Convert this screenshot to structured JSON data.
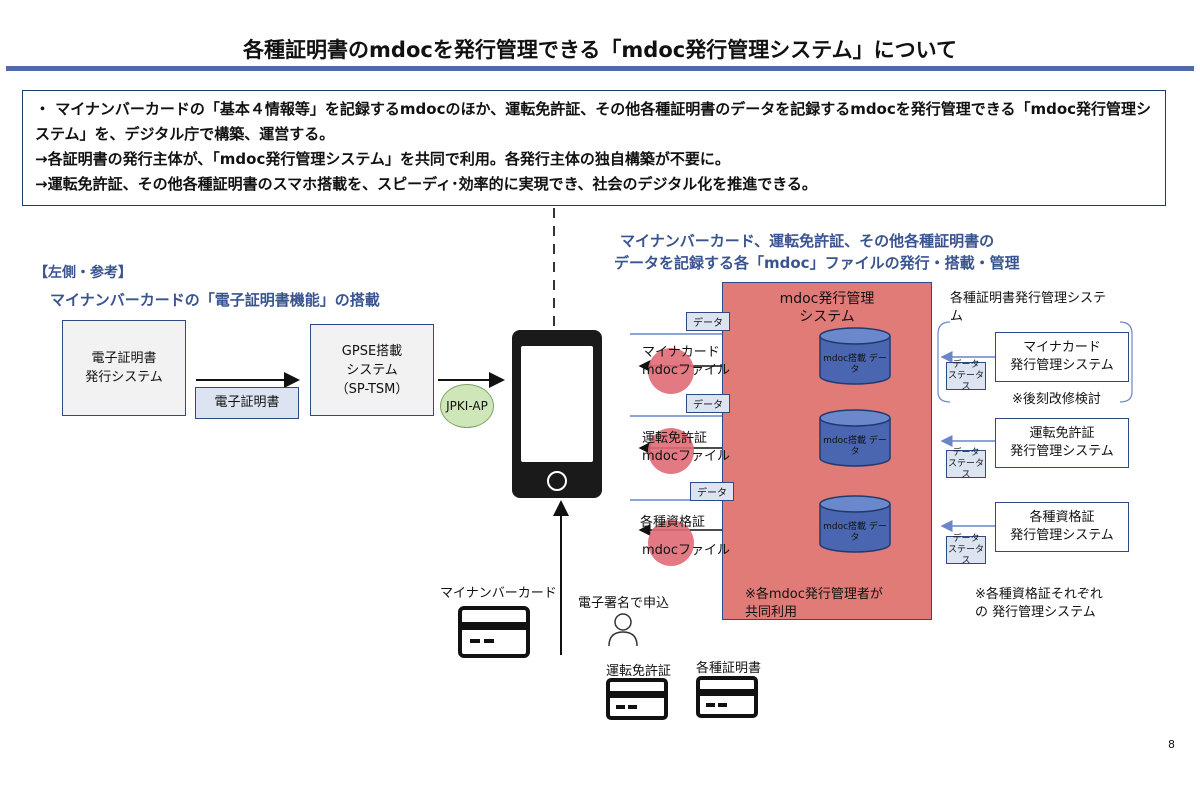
{
  "title": "各種証明書のmdocを発行管理できる「mdoc発行管理システム」について",
  "summary": {
    "line1": "・ マイナンバーカードの「基本４情報等」を記録するmdocのほか、運転免許証、その他各種証明書のデータを記録するmdocを発行管理できる「mdoc発行管理システム」を、デジタル庁で構築、運営する。",
    "line2": "→各証明書の発行主体が、「mdoc発行管理システム」を共同で利用。各発行主体の独自構築が不要に。",
    "line3": "→運転免許証、その他各種証明書のスマホ搭載を、スピーディ･効率的に実現でき、社会のデジタル化を推進できる。"
  },
  "left": {
    "tag": "【左側・参考】",
    "heading": "マイナンバーカードの「電子証明書機能」の搭載",
    "issuing_system": "電子証明書\n発行システム",
    "cert_label": "電子証明書",
    "gpse_system": "GPSE搭載\nシステム\n（SP-TSM）",
    "jpki": "JPKI-AP"
  },
  "right": {
    "heading_line1": "マイナンバーカード、運転免許証、その他各種証明書の",
    "heading_line2": "データを記録する各「mdoc」ファイルの発行・搭載・管理",
    "mdoc_system": "mdoc発行管理\nシステム",
    "data_tag": "データ",
    "db_label": "mdoc搭載\nデータ",
    "files": [
      {
        "line1": "マイナカード",
        "line2": "mdocファイル"
      },
      {
        "line1": "運転免許証",
        "line2": "mdocファイル"
      },
      {
        "line1": "各種資格証",
        "line2": "mdocファイル"
      }
    ],
    "shared_note": "※各mdoc発行管理者が\n共同利用",
    "issuer_heading": "各種証明書発行管理システ\nム",
    "issuers": [
      "マイナカード\n発行管理システム",
      "運転免許証\n発行管理システム",
      "各種資格証\n発行管理システム"
    ],
    "status_tag": "データ\nステータス",
    "note_later": "※後刻改修検討",
    "note_each": "※各種資格証それぞれ\nの 発行管理システム"
  },
  "bottom": {
    "mynumber_card": "マイナンバーカード",
    "apply": "電子署名で申込",
    "license": "運転免許証",
    "certs": "各種証明書"
  },
  "page_number": "8"
}
